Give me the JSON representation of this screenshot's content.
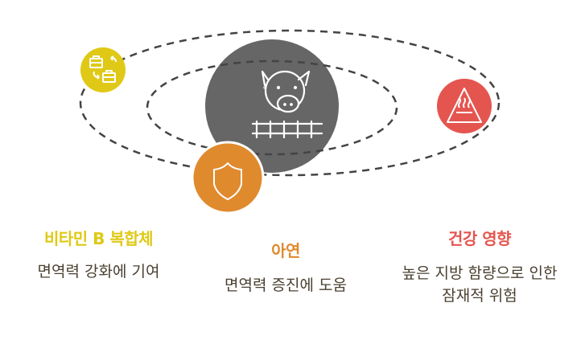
{
  "colors": {
    "center": "#666666",
    "vitamin_b": "#dfc916",
    "zinc": "#e08a2e",
    "health": "#e5554f",
    "text": "#4a4030",
    "dash": "#444444"
  },
  "center": {
    "icon": "pig-fence-icon"
  },
  "items": [
    {
      "title": "비타민 B 복합체",
      "desc": "면역력 강화에 기여",
      "icon": "briefcase-exchange-icon"
    },
    {
      "title": "아연",
      "desc": "면역력 증진에 도움",
      "icon": "shield-icon"
    },
    {
      "title": "건강 영향",
      "desc": "높은 지방 함량으로 인한 잠재적 위험",
      "icon": "hot-surface-warning-icon"
    }
  ]
}
